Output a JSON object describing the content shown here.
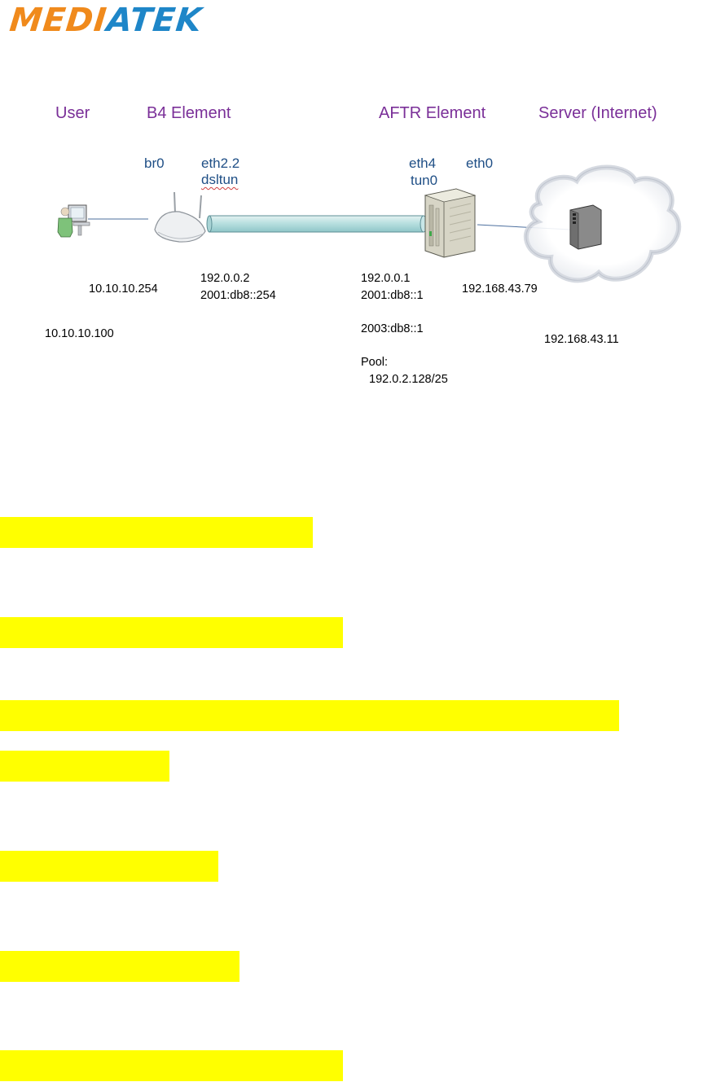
{
  "logo": {
    "part1": "MEDI",
    "part2": "ATEK"
  },
  "diagram": {
    "roles": {
      "user": "User",
      "b4": "B4 Element",
      "aftr": "AFTR Element",
      "server": "Server (Internet)"
    },
    "interfaces": {
      "br0": "br0",
      "eth22": "eth2.2",
      "dsltun": "dsltun",
      "eth4": "eth4",
      "tun0": "tun0",
      "eth0": "eth0"
    },
    "addresses": {
      "br0_ip": "10.10.10.254",
      "user_ip": "10.10.10.100",
      "b4_ipv4": "192.0.0.2",
      "b4_ipv6": "2001:db8::254",
      "aftr_ipv4": "192.0.0.1",
      "aftr_ipv6": "2001:db8::1",
      "aftr_ipv6_2": "2003:db8::1",
      "pool_label": "Pool:",
      "pool_value": "192.0.2.128/25",
      "aftr_eth0_ip": "192.168.43.79",
      "server_ip": "192.168.43.11"
    }
  },
  "colors": {
    "logo_orange": "#f08a1c",
    "logo_blue": "#1e86c8",
    "role_purple": "#7a2f98",
    "interface_blue": "#1f4f86",
    "highlight": "#ffff00"
  }
}
